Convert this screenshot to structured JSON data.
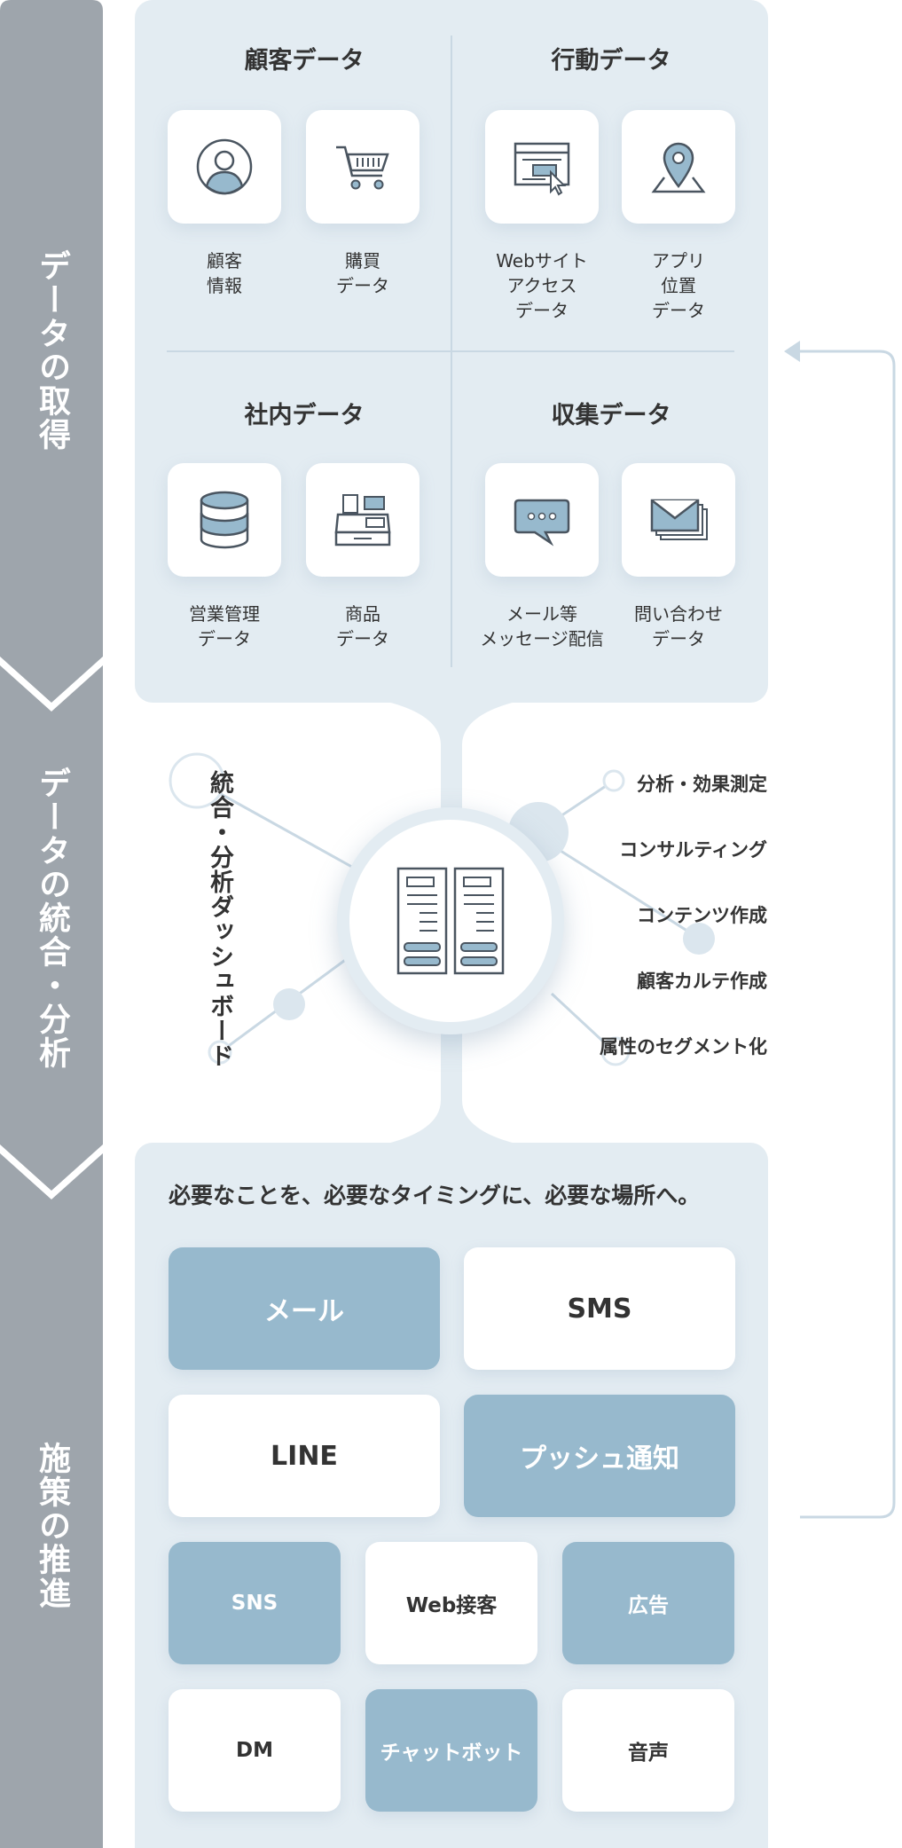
{
  "steps": [
    "データの取得",
    "データの統合・分析",
    "施策の推進"
  ],
  "colors": {
    "step_bar": "#9ea5ac",
    "panel": "#e3ecf2",
    "accent_blue": "#97b9cd",
    "icon_stroke": "#4a5560",
    "icon_fill": "#97b9cd"
  },
  "groups": [
    {
      "title": "顧客データ",
      "items": [
        {
          "label": "顧客\n情報",
          "icon": "user-icon"
        },
        {
          "label": "購買\nデータ",
          "icon": "cart-icon"
        }
      ]
    },
    {
      "title": "行動データ",
      "items": [
        {
          "label": "Webサイト\nアクセス\nデータ",
          "icon": "web-icon"
        },
        {
          "label": "アプリ\n位置\nデータ",
          "icon": "map-pin-icon"
        }
      ]
    },
    {
      "title": "社内データ",
      "items": [
        {
          "label": "営業管理\nデータ",
          "icon": "database-icon"
        },
        {
          "label": "商品\nデータ",
          "icon": "register-icon"
        }
      ]
    },
    {
      "title": "収集データ",
      "items": [
        {
          "label": "メール等\nメッセージ配信",
          "icon": "chat-icon"
        },
        {
          "label": "問い合わせ\nデータ",
          "icon": "mail-icon"
        }
      ]
    }
  ],
  "hub": {
    "dashboard_label": "統合・分析ダッシュボード",
    "icon": "server-icon",
    "services": [
      "分析・効果測定",
      "コンサルティング",
      "コンテンツ作成",
      "顧客カルテ作成",
      "属性のセグメント化"
    ]
  },
  "actions": {
    "tagline": "必要なことを、必要なタイミングに、必要な場所へ。",
    "channels": [
      {
        "label": "メール",
        "style": "blue"
      },
      {
        "label": "SMS",
        "style": "white"
      },
      {
        "label": "LINE",
        "style": "white"
      },
      {
        "label": "プッシュ通知",
        "style": "blue"
      },
      {
        "label": "SNS",
        "style": "blue"
      },
      {
        "label": "Web接客",
        "style": "white"
      },
      {
        "label": "広告",
        "style": "blue"
      },
      {
        "label": "DM",
        "style": "white"
      },
      {
        "label": "チャットボット",
        "style": "blue"
      },
      {
        "label": "音声",
        "style": "white"
      }
    ]
  }
}
